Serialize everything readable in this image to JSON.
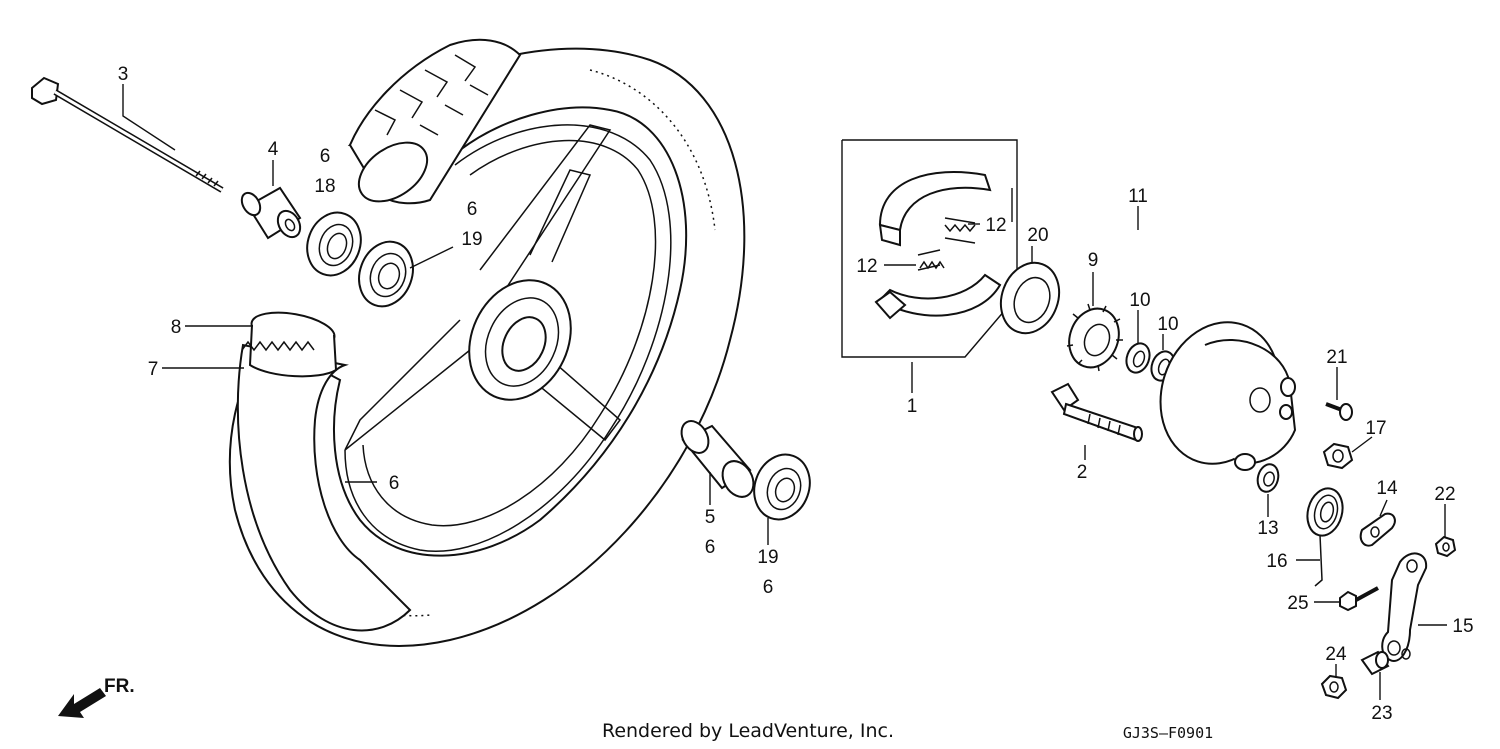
{
  "callouts": [
    {
      "id": "c1",
      "text": "1"
    },
    {
      "id": "c2",
      "text": "2"
    },
    {
      "id": "c3",
      "text": "3"
    },
    {
      "id": "c4",
      "text": "4"
    },
    {
      "id": "c5",
      "text": "5"
    },
    {
      "id": "c6a",
      "text": "6"
    },
    {
      "id": "c6b",
      "text": "6"
    },
    {
      "id": "c6c",
      "text": "6"
    },
    {
      "id": "c6d",
      "text": "6"
    },
    {
      "id": "c6e",
      "text": "6"
    },
    {
      "id": "c7",
      "text": "7"
    },
    {
      "id": "c8",
      "text": "8"
    },
    {
      "id": "c9",
      "text": "9"
    },
    {
      "id": "c10a",
      "text": "10"
    },
    {
      "id": "c10b",
      "text": "10"
    },
    {
      "id": "c11",
      "text": "11"
    },
    {
      "id": "c12a",
      "text": "12"
    },
    {
      "id": "c12b",
      "text": "12"
    },
    {
      "id": "c13",
      "text": "13"
    },
    {
      "id": "c14",
      "text": "14"
    },
    {
      "id": "c15",
      "text": "15"
    },
    {
      "id": "c16",
      "text": "16"
    },
    {
      "id": "c17",
      "text": "17"
    },
    {
      "id": "c18",
      "text": "18"
    },
    {
      "id": "c19a",
      "text": "19"
    },
    {
      "id": "c19b",
      "text": "19"
    },
    {
      "id": "c20",
      "text": "20"
    },
    {
      "id": "c21",
      "text": "21"
    },
    {
      "id": "c22",
      "text": "22"
    },
    {
      "id": "c23",
      "text": "23"
    },
    {
      "id": "c24",
      "text": "24"
    },
    {
      "id": "c25",
      "text": "25"
    }
  ],
  "direction_marker": "FR.",
  "footer_credit": "Rendered by LeadVenture, Inc.",
  "diagram_code": "GJ3S—F0901"
}
